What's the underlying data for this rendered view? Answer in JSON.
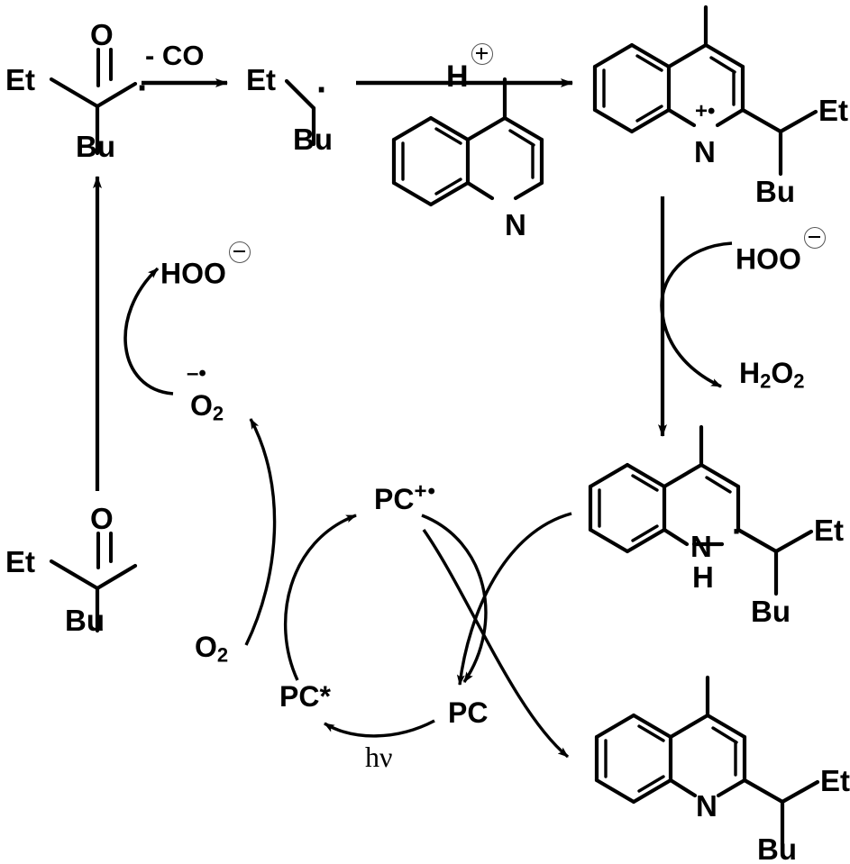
{
  "figure": {
    "type": "reaction-mechanism-scheme",
    "subject": "Photocatalytic deformylative alkylation of 4-methylquinoline",
    "line_color": "#000000",
    "background_color": "#ffffff"
  },
  "structures": {
    "acyl_radical": {
      "name": "2-ethylhexanoyl radical",
      "labels": {
        "et": "Et",
        "bu": "Bu",
        "o": "O"
      },
      "radical_dot": true
    },
    "alkyl_radical": {
      "name": "3-heptyl radical",
      "labels": {
        "et": "Et",
        "bu": "Bu"
      },
      "radical_dot": true
    },
    "aldehyde": {
      "name": "2-ethylhexanal",
      "labels": {
        "et": "Et",
        "bu": "Bu",
        "o": "O"
      }
    },
    "quinoline_reagent": {
      "name": "4-methylquinoline",
      "labels": {
        "n": "N"
      }
    },
    "quinolinium_radical_cation": {
      "name": "protonated 4-methylquinoline radical cation adduct",
      "labels": {
        "n": "N",
        "et": "Et",
        "bu": "Bu"
      },
      "charge_marker": "+•"
    },
    "dihydroquinolinyl_radical": {
      "name": "aminyl / 1,2-dihydroquinolin-2-yl radical",
      "labels": {
        "n": "N",
        "h": "H",
        "et": "Et",
        "bu": "Bu"
      },
      "radical_dot": true
    },
    "product_quinoline": {
      "name": "2-(heptan-3-yl)-4-methylquinoline",
      "labels": {
        "n": "N",
        "et": "Et",
        "bu": "Bu"
      }
    }
  },
  "conditions": {
    "decarbonylation": "- CO",
    "protonation": "H",
    "protonation_charge": "plus"
  },
  "species": {
    "hydroperoxide_top": "HOO",
    "hydroperoxide_top_charge": "minus",
    "hydroperoxide_right": "HOO",
    "hydroperoxide_right_charge": "minus",
    "hydrogen_peroxide": "H₂O₂",
    "hydrogen_peroxide_base": "H",
    "hydrogen_peroxide_sub1": "2",
    "hydrogen_peroxide_mid": "O",
    "hydrogen_peroxide_sub2": "2",
    "superoxide_base": "O",
    "superoxide_sub": "2",
    "superoxide_sup": "–•",
    "dioxygen_base": "O",
    "dioxygen_sub": "2"
  },
  "photocycle": {
    "excited": "PC*",
    "radical_cation_base": "PC",
    "radical_cation_sup": "+•",
    "ground": "PC",
    "light": "hν"
  }
}
